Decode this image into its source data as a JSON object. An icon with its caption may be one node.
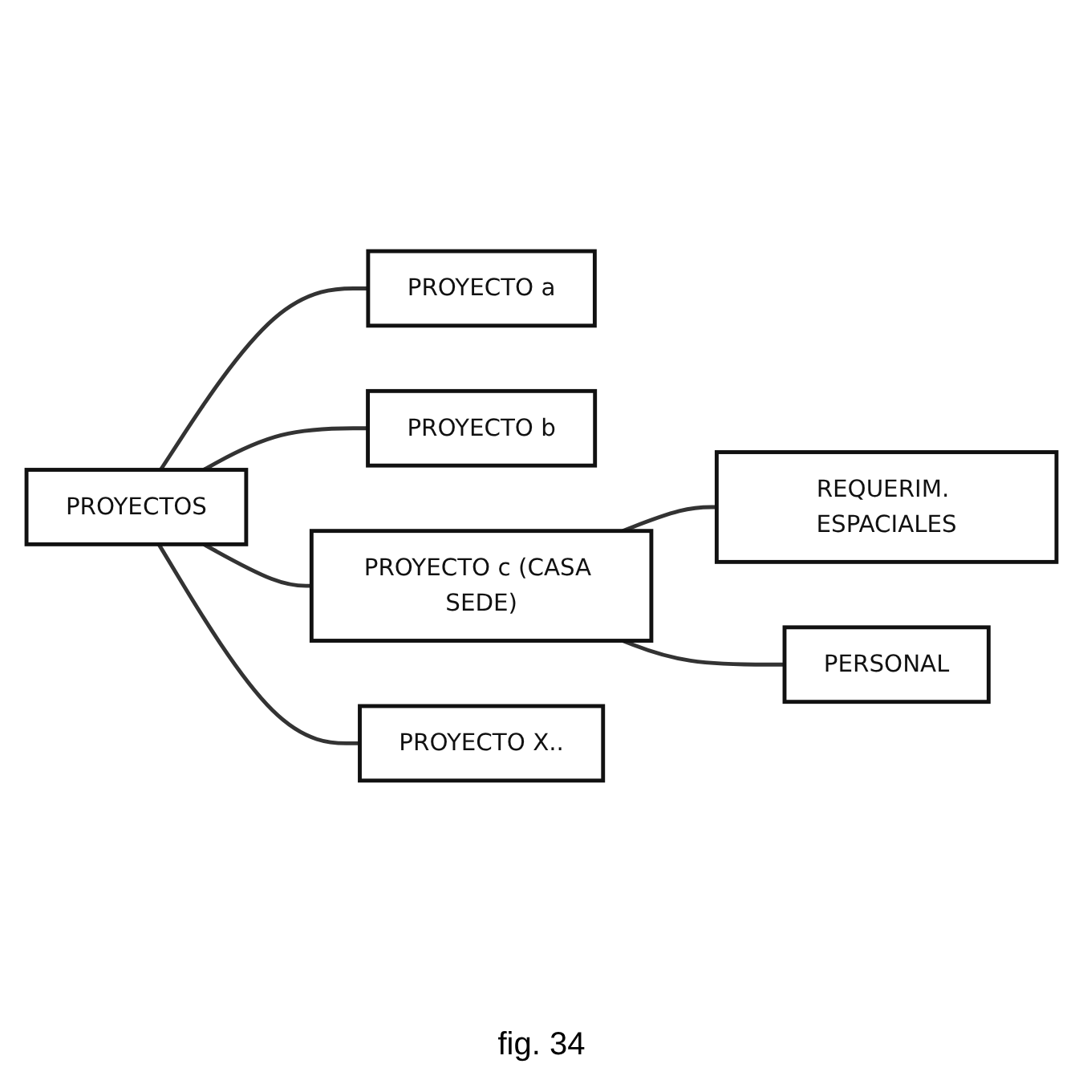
{
  "diagram": {
    "caption": "fig. 34",
    "nodes": [
      {
        "text": [
          "PROYECTOS"
        ]
      },
      {
        "text": [
          "PROYECTO a"
        ]
      },
      {
        "text": [
          "PROYECTO b"
        ]
      },
      {
        "text": [
          "PROYECTO c (CASA SEDE)"
        ]
      },
      {
        "text": [
          "PROYECTO X.."
        ]
      },
      {
        "text": [
          "REQUERIM. ESPACIALES"
        ]
      },
      {
        "text": [
          "PERSONAL"
        ]
      }
    ],
    "edges": [
      {
        "from": 0,
        "to": 1,
        "arrow": "none"
      },
      {
        "from": 0,
        "to": 2,
        "arrow": "none"
      },
      {
        "from": 0,
        "to": 3,
        "arrow": "none"
      },
      {
        "from": 0,
        "to": 4,
        "arrow": "none"
      },
      {
        "from": 3,
        "to": 5,
        "arrow": "none"
      },
      {
        "from": 3,
        "to": 6,
        "arrow": "none"
      }
    ]
  }
}
